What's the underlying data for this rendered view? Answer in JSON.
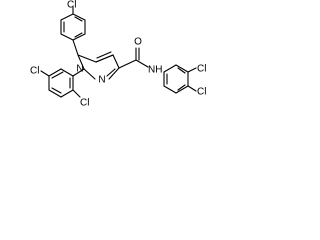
{
  "atom_labels": {
    "cl_top": "Cl",
    "cl_left": "Cl",
    "cl_bottom": "Cl",
    "cl_right_top": "Cl",
    "cl_right_bottom": "Cl",
    "n1": "N",
    "n2": "N",
    "o": "O",
    "nh": "NH"
  },
  "colors": {
    "bond": "#000000",
    "text": "#000000",
    "background": "#ffffff"
  }
}
